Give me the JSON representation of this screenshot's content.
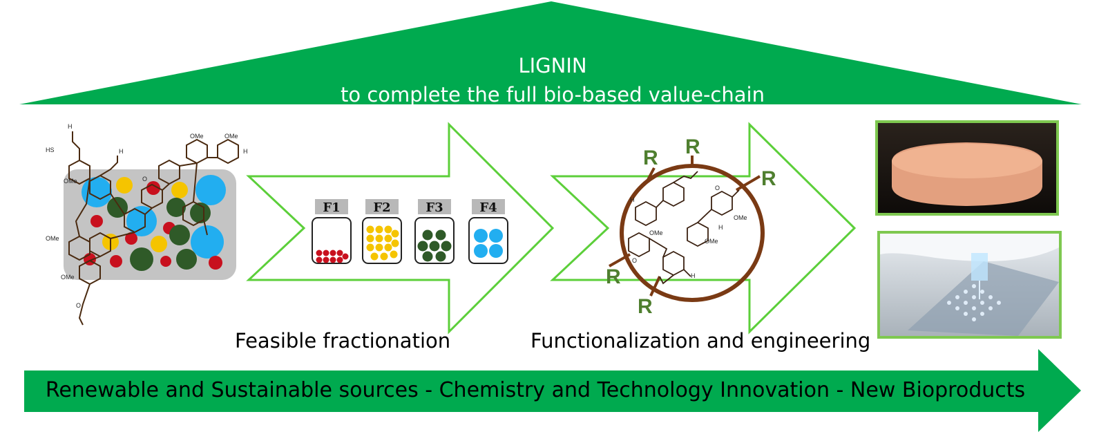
{
  "header": {
    "line1": "LIGNIN",
    "line2": "to complete the full bio-based value-chain"
  },
  "steps": [
    {
      "caption": "Feasible fractionation"
    },
    {
      "caption": "Functionalization and engineering"
    }
  ],
  "fractions": [
    "F1",
    "F2",
    "F3",
    "F4"
  ],
  "functional_group_label": "R",
  "chem_labels": {
    "methoxy": "OMe",
    "hydroxyl": "H",
    "oxygen": "O",
    "thiol": "HS"
  },
  "footer": "Renewable and Sustainable sources - Chemistry and Technology Innovation - New Bioproducts",
  "colors": {
    "green_dark": "#00aa4f",
    "green_outline": "#5ccf3a",
    "photo_border": "#7ec850",
    "red": "#c8101e",
    "yellow": "#f5c400",
    "dark_green": "#2f5a28",
    "blue": "#22aef0",
    "brown": "#7a3a14",
    "r_green": "#4f7f2f"
  }
}
